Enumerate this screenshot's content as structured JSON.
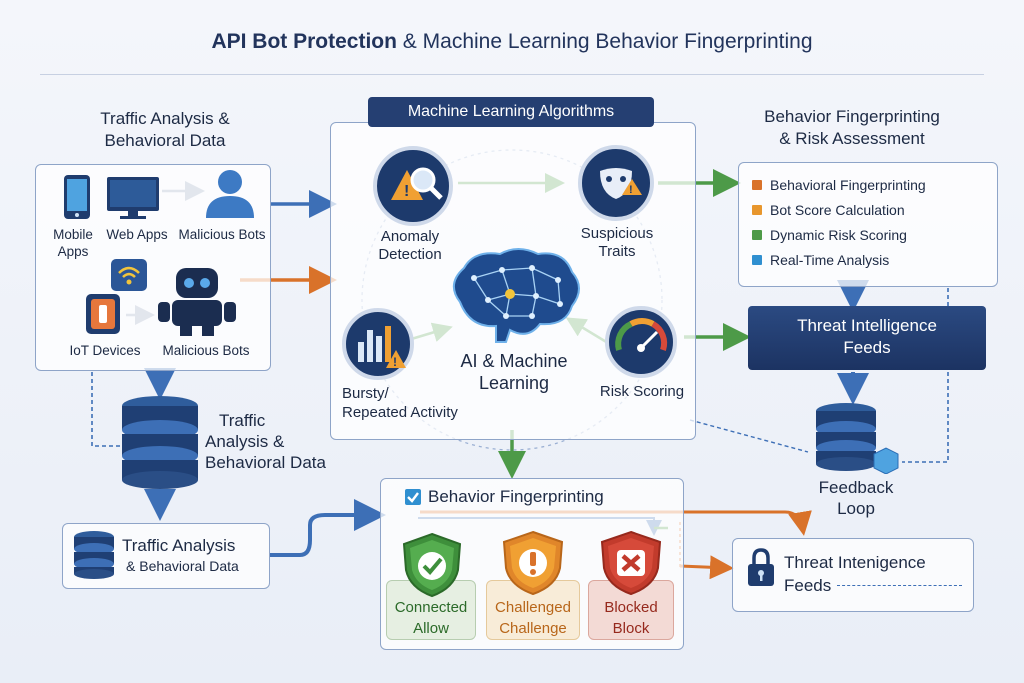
{
  "title": {
    "bold": "API Bot Protection",
    "rest": " & Machine Learning Behavior Fingerprinting"
  },
  "traffic_panel": {
    "heading_line1": "Traffic Analysis &",
    "heading_line2": "Behavioral Data",
    "mobile_line1": "Mobile",
    "mobile_line2": "Apps",
    "web_apps": "Web Apps",
    "malicious_bots_1": "Malicious Bots",
    "iot_devices": "IoT Devices",
    "malicious_bots_2": "Malicious Bots"
  },
  "db_label": {
    "line1": "Traffic",
    "line2": "Analysis &",
    "line3": "Behavioral Data"
  },
  "db_small": {
    "line1": "Traffic Analysis",
    "line2": "& Behavioral Data"
  },
  "ml": {
    "header": "Machine Learning Algorithms",
    "anomaly_line1": "Anomaly",
    "anomaly_line2": "Detection",
    "suspicious_line1": "Suspicious",
    "suspicious_line2": "Traits",
    "ai_line1": "AI & Machine",
    "ai_line2": "Learning",
    "bursty_line1": "Bursty/",
    "bursty_line2": "Repeated Activity",
    "risk_scoring": "Risk Scoring"
  },
  "fingerprint": {
    "heading_line1": "Behavior Fingerprinting",
    "heading_line2": "& Risk Assessment",
    "items": [
      {
        "label": "Behavioral Fingerprinting",
        "color": "#d9722a"
      },
      {
        "label": "Bot Score Calculation",
        "color": "#e8962d"
      },
      {
        "label": "Dynamic Risk Scoring",
        "color": "#4d9a48"
      },
      {
        "label": "Real-Time Analysis",
        "color": "#2f8fd0"
      }
    ]
  },
  "threat_feeds": {
    "line1": "Threat Intelligence",
    "line2": "Feeds"
  },
  "feedback": {
    "line1": "Feedback",
    "line2": "Loop"
  },
  "behavior_box": {
    "title": "Behavior Fingerprinting",
    "allow_line1": "Connected",
    "allow_line2": "Allow",
    "challenge_line1": "Challenged",
    "challenge_line2": "Challenge",
    "block_line1": "Blocked",
    "block_line2": "Block"
  },
  "threat_box2": {
    "line1": "Threat Intenigence",
    "line2": "Feeds"
  },
  "colors": {
    "navy": "#253f72",
    "blue_arrow": "#3d6fb6",
    "green_arrow": "#4d9a48",
    "orange_arrow": "#d9722a",
    "allow": "#4d9a48",
    "challenge": "#e8962d",
    "block": "#d64a3a"
  }
}
